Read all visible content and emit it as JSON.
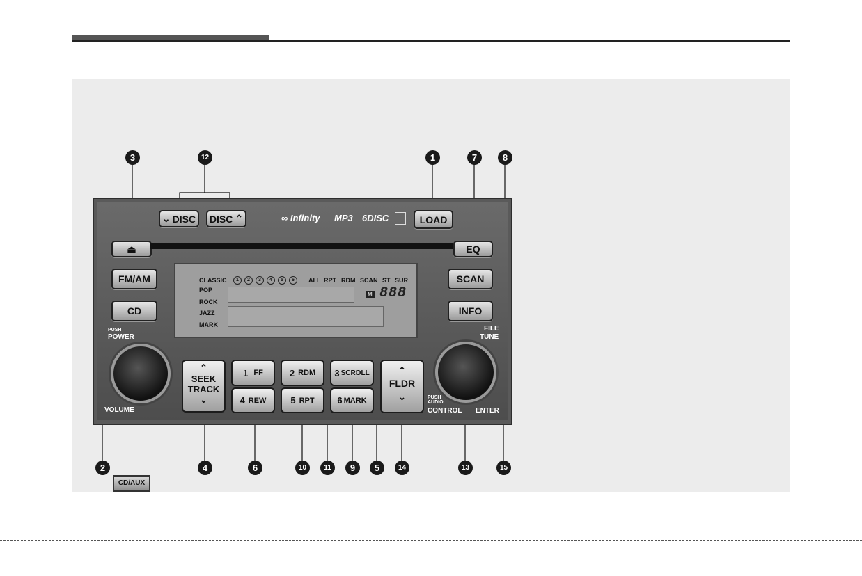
{
  "radio": {
    "disc_down": "DISC",
    "disc_up": "DISC",
    "load": "LOAD",
    "eject_icon": "eject-icon",
    "eq": "EQ",
    "fm_am": "FM/AM",
    "cd": "CD",
    "scan": "SCAN",
    "info": "INFO",
    "brand_infinity": "Infinity",
    "brand_mp3": "MP3",
    "brand_6disc": "6DISC",
    "push_label": "PUSH",
    "power_label": "POWER",
    "volume_label": "VOLUME",
    "file_label": "FILE",
    "tune_label": "TUNE",
    "push_audio_label": "PUSH AUDIO",
    "control_label": "CONTROL",
    "enter_label": "ENTER",
    "seek_label": "SEEK",
    "track_label": "TRACK",
    "fldr_label": "FLDR",
    "presets": [
      {
        "num": "1",
        "text": "FF"
      },
      {
        "num": "4",
        "text": "REW"
      },
      {
        "num": "2",
        "text": "RDM"
      },
      {
        "num": "5",
        "text": "RPT"
      },
      {
        "num": "3",
        "text": "SCROLL"
      },
      {
        "num": "6",
        "text": "MARK"
      }
    ],
    "cd_aux": "CD/AUX"
  },
  "lcd": {
    "classic": "CLASSIC",
    "disc_nums": [
      "1",
      "2",
      "3",
      "4",
      "5",
      "6"
    ],
    "all": "ALL",
    "rpt": "RPT",
    "rdm": "RDM",
    "scan": "SCAN",
    "st": "ST",
    "sur": "SUR",
    "genres": [
      "POP",
      "ROCK",
      "JAZZ",
      "MARK"
    ],
    "m_badge": "M",
    "digits": "888"
  },
  "callouts": {
    "c1": "1",
    "c2": "2",
    "c3": "3",
    "c4": "4",
    "c5": "5",
    "c6": "6",
    "c7": "7",
    "c8": "8",
    "c9": "9",
    "c10": "10",
    "c11": "11",
    "c12": "12",
    "c13": "13",
    "c14": "14",
    "c15": "15"
  }
}
